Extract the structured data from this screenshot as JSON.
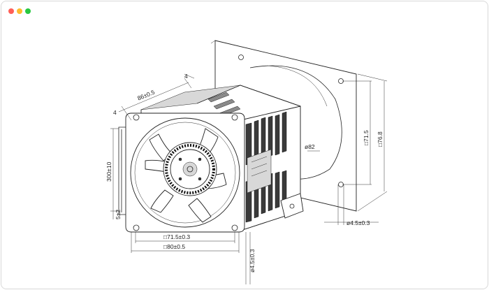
{
  "window": {
    "controls": {
      "close_color": "#ff5f57",
      "minimize_color": "#febc2e",
      "maximize_color": "#28c840"
    }
  },
  "dimensions": {
    "top_width": "86±0.5",
    "top_offset_a": "4",
    "top_offset_b": "4",
    "cable_length": "300±10",
    "strip_length": "5±2",
    "hole_pitch_front": "□71.5±0.3",
    "frame_width": "□80±0.5",
    "hole_diameter_front": "ø4.5±0.3",
    "plate_hole_pitch": "□71.5",
    "plate_size": "□76.8",
    "duct_diameter": "ø82",
    "hole_diameter_plate": "ø4.5±0.3"
  }
}
